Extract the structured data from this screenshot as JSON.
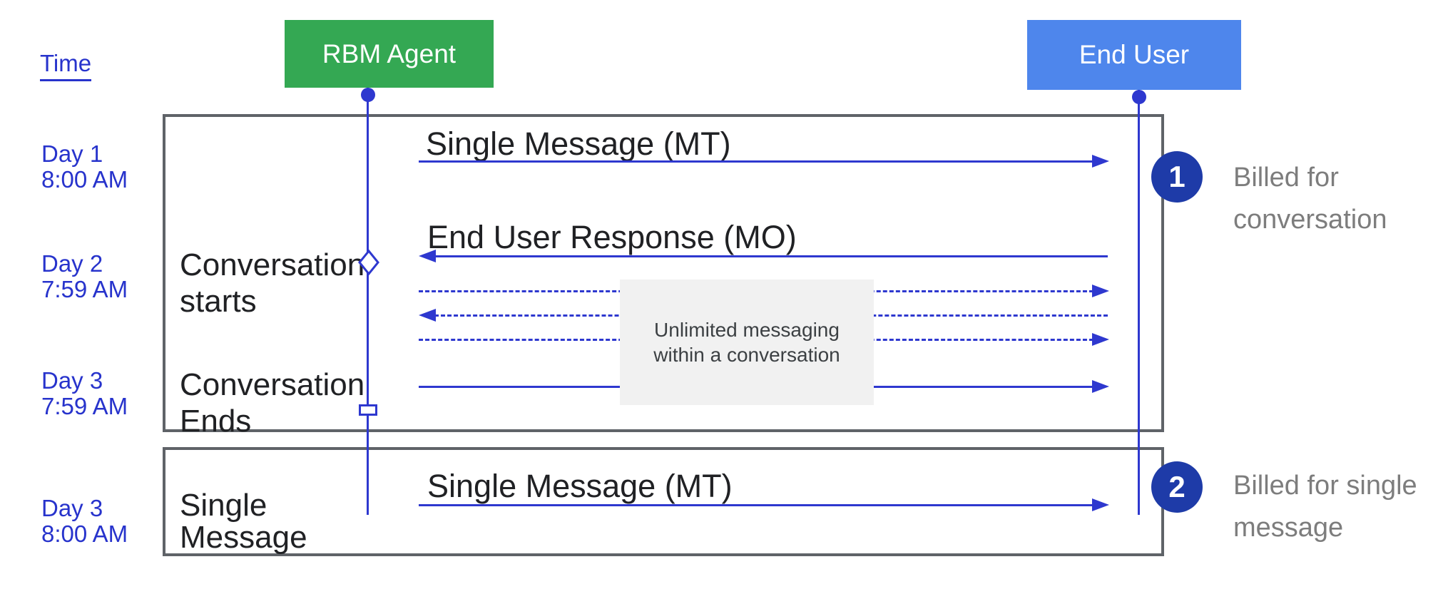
{
  "colors": {
    "agent_green": "#34a853",
    "end_user_blue": "#4e86ec",
    "line_blue": "#2e38cf",
    "time_label_blue": "#2733cc",
    "badge_navy": "#1e3ba8",
    "box_border_gray": "#5f6368",
    "note_background": "#f1f1f1",
    "message_text": "#202124",
    "annotation_gray": "#7d7d7d"
  },
  "header": {
    "time_label": "Time",
    "agent": "RBM Agent",
    "end_user": "End User"
  },
  "timeline": [
    {
      "day": "Day 1",
      "time": "8:00 AM"
    },
    {
      "day": "Day 2",
      "time": "7:59 AM"
    },
    {
      "day": "Day 3",
      "time": "7:59 AM"
    },
    {
      "day": "Day 3",
      "time": "8:00 AM"
    }
  ],
  "conversation": {
    "messages": {
      "mt": "Single Message (MT)",
      "mo": "End User Response (MO)"
    },
    "milestones": {
      "starts": [
        "Conversation",
        "starts"
      ],
      "ends": [
        "Conversation",
        "Ends"
      ]
    },
    "note": [
      "Unlimited messaging",
      "within a conversation"
    ]
  },
  "single_message": {
    "row_label": [
      "Single",
      "Message"
    ],
    "message": "Single Message (MT)"
  },
  "annotations": [
    {
      "badge": "1",
      "lines": [
        "Billed for",
        "conversation"
      ]
    },
    {
      "badge": "2",
      "lines": [
        "Billed for single",
        "message"
      ]
    }
  ]
}
